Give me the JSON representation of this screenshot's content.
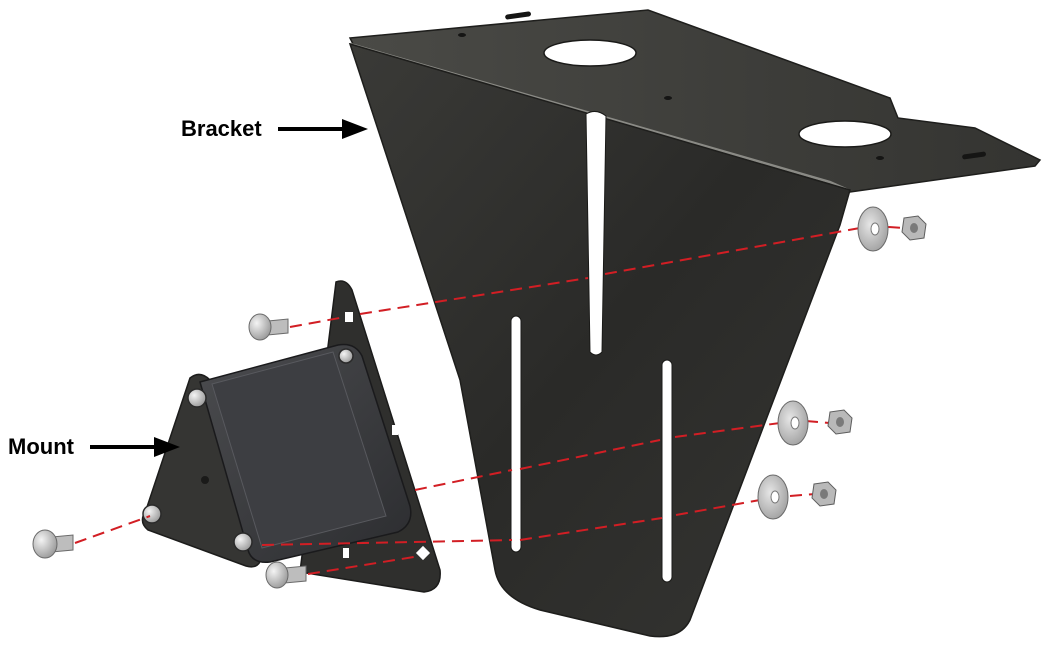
{
  "labels": {
    "bracket": "Bracket",
    "mount": "Mount"
  },
  "parts": {
    "bracket": "bracket-plate",
    "mount": "triangular-mount",
    "screws": "button-head-screw",
    "washers": "flat-washer",
    "nuts": "hex-nut"
  },
  "colors": {
    "metal": "#2e2e2c",
    "metal_edge": "#6f6f6a",
    "leader_line": "#d21e24",
    "hardware": "#c9c9c9",
    "arrow": "#000000",
    "background": "#ffffff"
  }
}
